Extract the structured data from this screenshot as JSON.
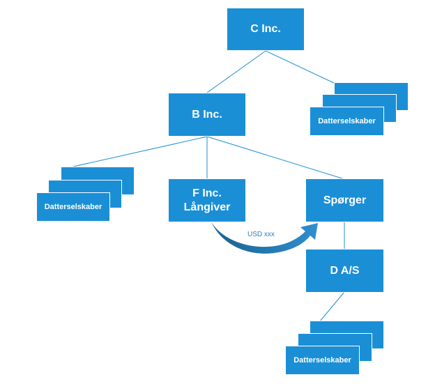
{
  "colors": {
    "box": "#1b8fd6",
    "line": "#1b8fd6",
    "arrow_dark": "#1a5f8f",
    "arrow_light": "#2f8fd0"
  },
  "nodes": {
    "c_inc": "C Inc.",
    "b_inc": "B Inc.",
    "f_inc_line1": "F Inc.",
    "f_inc_line2": "Långiver",
    "sporger": "Spørger",
    "d_as": "D A/S"
  },
  "subsidiaries": {
    "right_top": "Datterselskaber",
    "left": "Datterselskaber",
    "bottom": "Datterselskaber"
  },
  "transfer": {
    "label": "USD xxx"
  }
}
